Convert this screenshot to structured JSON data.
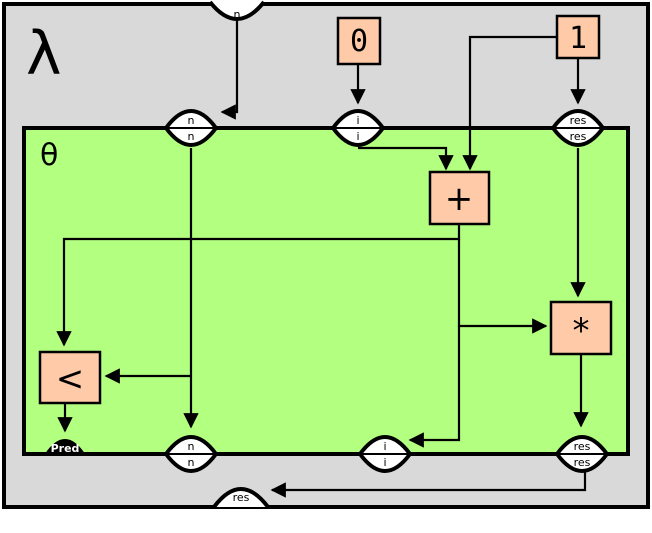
{
  "outer_frame": {
    "label": "λ",
    "fill": "#d9d9d9"
  },
  "loop_frame": {
    "label": "θ",
    "fill": "#b3ff80"
  },
  "colors": {
    "op_fill": "#ffcaa8",
    "stroke": "#000000"
  },
  "constants": {
    "zero": "0",
    "one": "1"
  },
  "operators": {
    "add": "+",
    "mul": "*",
    "less": "<"
  },
  "ports": {
    "lambda_in_n": "n",
    "lambda_out_res": "res",
    "theta_in_n_top": "n",
    "theta_in_n_bottom": "n",
    "theta_in_i_top": "i",
    "theta_in_i_bottom": "i",
    "theta_in_res_top": "res",
    "theta_in_res_bottom": "res",
    "theta_out_n_top": "n",
    "theta_out_n_bottom": "n",
    "theta_out_i_top": "i",
    "theta_out_i_bottom": "i",
    "theta_out_res_top": "res",
    "theta_out_res_bottom": "res",
    "predicate": "Pred"
  }
}
